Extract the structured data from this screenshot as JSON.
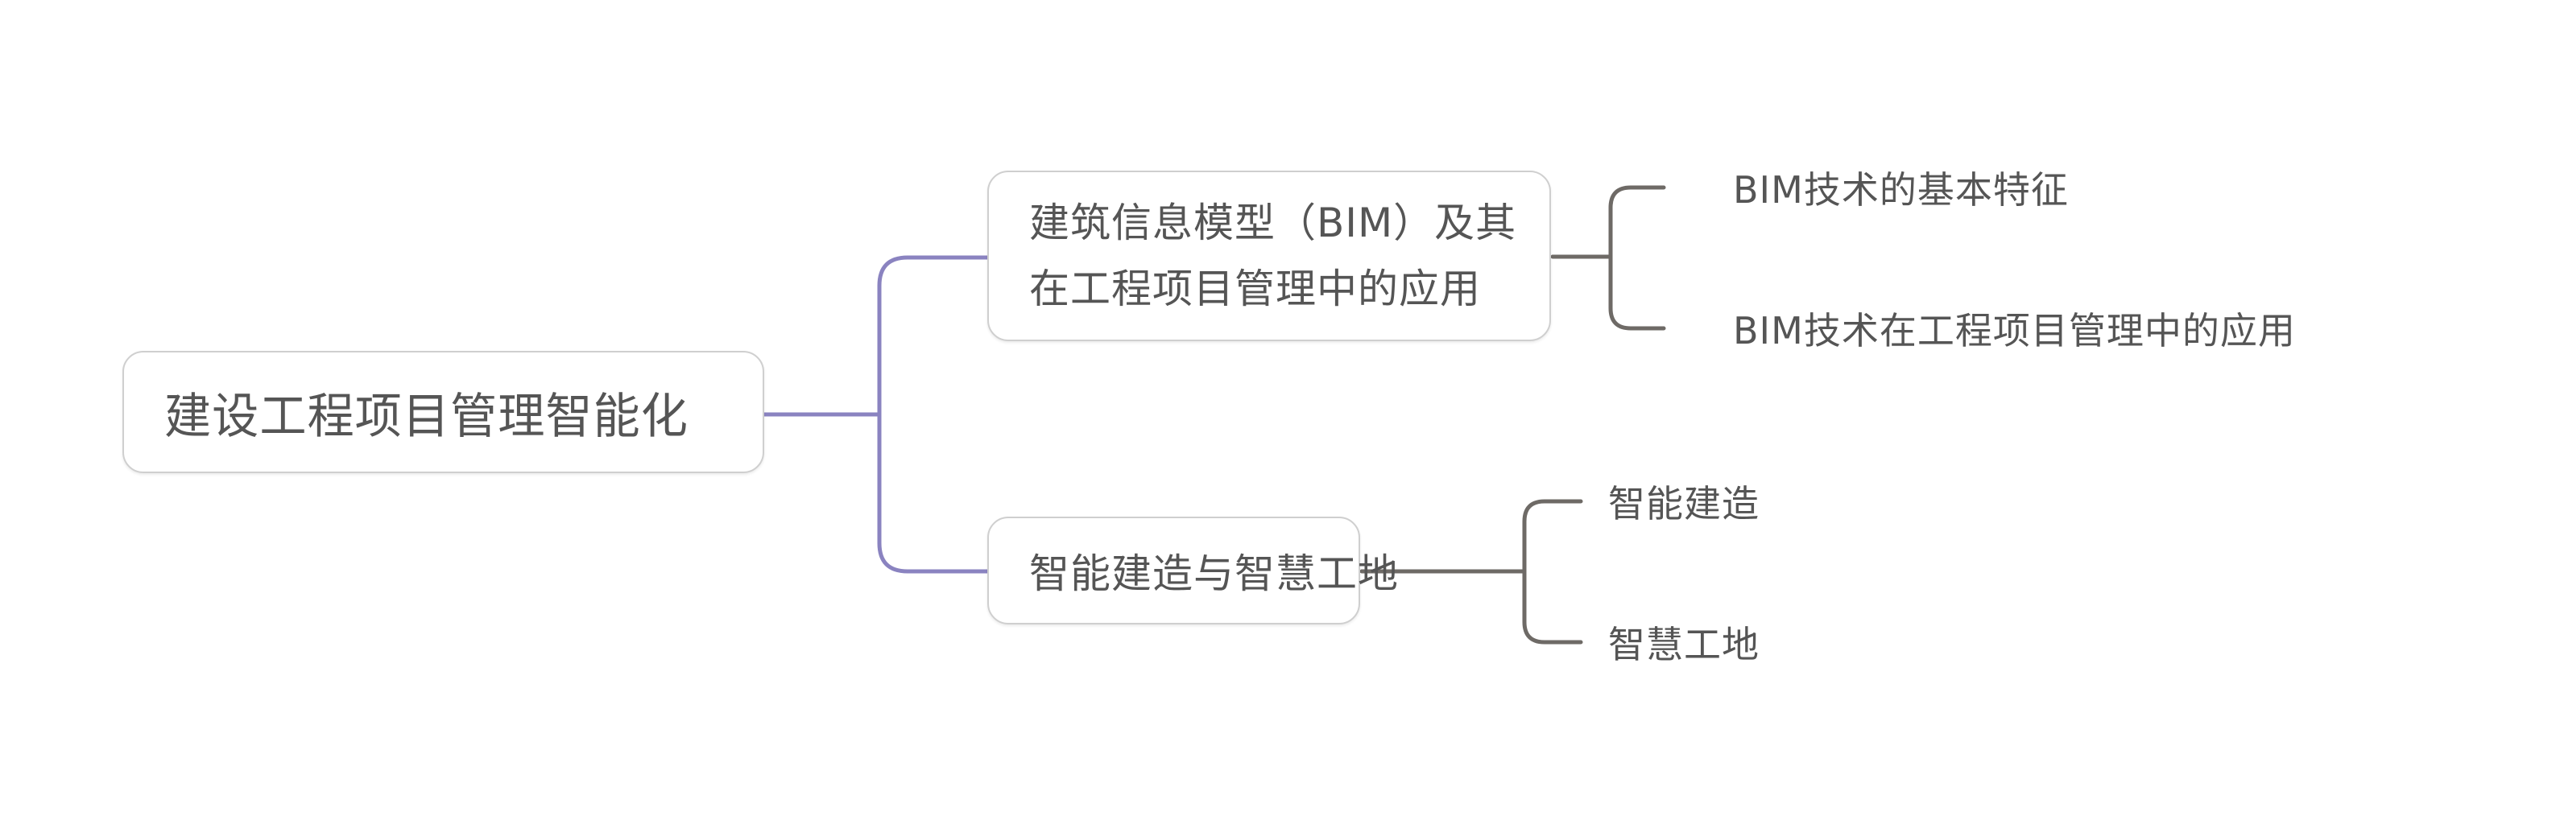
{
  "colors": {
    "primary_branch": "#8a83c0",
    "secondary_branch": "#6e6a66",
    "node_border": "#cfcfcf",
    "text": "#555555"
  },
  "mindmap": {
    "root": {
      "label": "建设工程项目管理智能化"
    },
    "children": [
      {
        "label_line1": "建筑信息模型（BIM）及其",
        "label_line2": "在工程项目管理中的应用",
        "children": [
          {
            "label": "BIM技术的基本特征"
          },
          {
            "label": "BIM技术在工程项目管理中的应用"
          }
        ]
      },
      {
        "label": "智能建造与智慧工地",
        "children": [
          {
            "label": "智能建造"
          },
          {
            "label": "智慧工地"
          }
        ]
      }
    ]
  }
}
